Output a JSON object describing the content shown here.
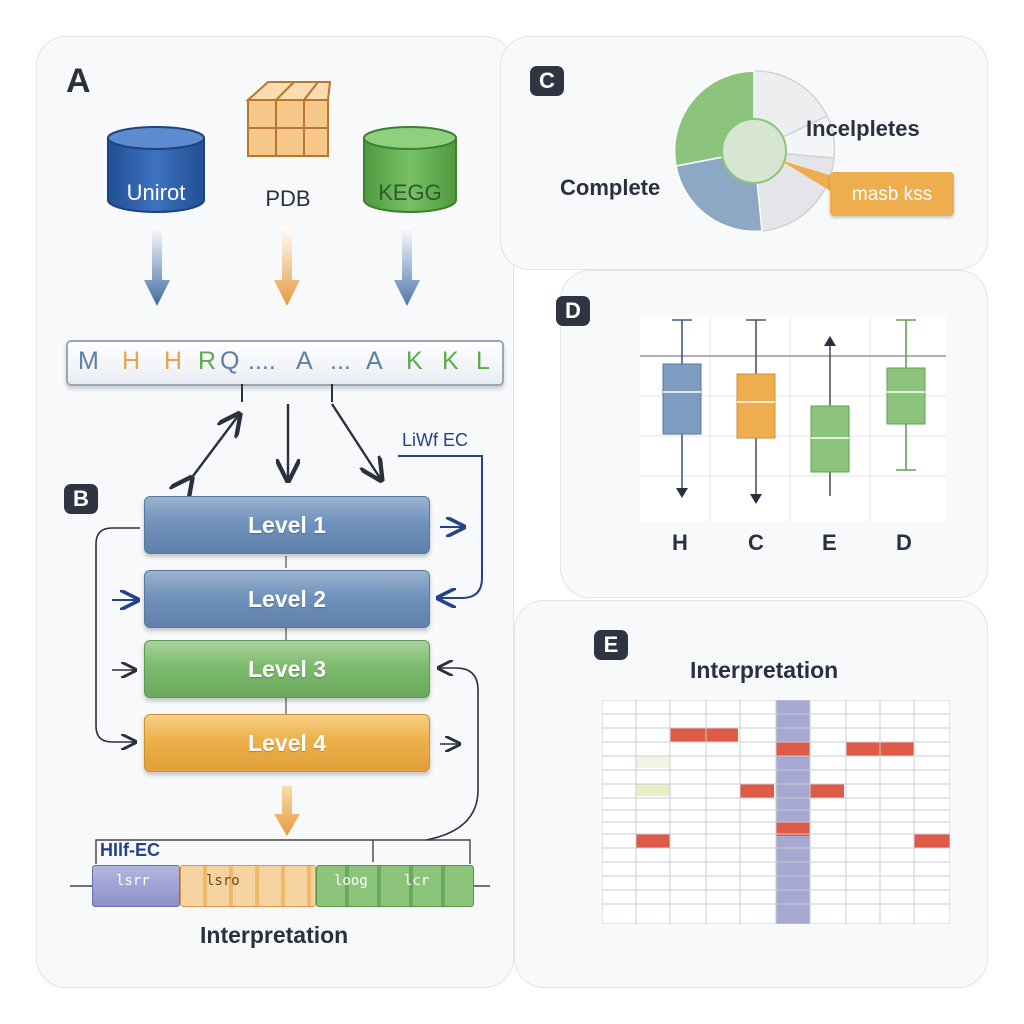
{
  "panel_a": {
    "letter": "A",
    "databases": [
      {
        "name": "Unirot",
        "icon": "cylinder-icon",
        "color": "#2e5fa8"
      },
      {
        "name": "PDB",
        "icon": "cube-stack-icon",
        "color": "#e8a34e"
      },
      {
        "name": "KEGG",
        "icon": "cylinder-icon",
        "color": "#5daa4c"
      }
    ],
    "sequence": [
      {
        "ch": "M",
        "color": "#5b7fa8"
      },
      {
        "ch": "H",
        "color": "#e8a34e"
      },
      {
        "ch": "H",
        "color": "#e8a34e"
      },
      {
        "ch": "R",
        "color": "#5daa4c"
      },
      {
        "ch": "Q",
        "color": "#5b7fa8"
      },
      {
        "ch": "....",
        "color": "#5b7fa8"
      },
      {
        "ch": "A",
        "color": "#5b7fa8"
      },
      {
        "ch": "...",
        "color": "#5b7fa8"
      },
      {
        "ch": "A",
        "color": "#5b7fa8"
      },
      {
        "ch": "K",
        "color": "#5daa4c"
      },
      {
        "ch": "K",
        "color": "#5daa4c"
      },
      {
        "ch": "L",
        "color": "#5daa4c"
      }
    ],
    "side_label": "LiWf EC"
  },
  "panel_b": {
    "letter": "B",
    "levels": [
      "Level 1",
      "Level 2",
      "Level 3",
      "Level 4"
    ],
    "bar_label": "HIlf-EC",
    "segment_labels": [
      "lsrr",
      "lsro",
      "loog",
      "lcr"
    ],
    "footer": "Interpretation"
  },
  "panel_c": {
    "letter": "C",
    "label_complete": "Complete",
    "label_incomplete": "Incelpletes",
    "callout": "masb kss",
    "colors": {
      "green": "#8dc47d",
      "blue": "#8ca8c4",
      "grey": "#e8eaec",
      "orange": "#eeae4d"
    }
  },
  "panel_d": {
    "letter": "D",
    "categories": [
      "H",
      "C",
      "E",
      "D"
    ]
  },
  "panel_e": {
    "letter": "E",
    "title": "Interpretation"
  }
}
